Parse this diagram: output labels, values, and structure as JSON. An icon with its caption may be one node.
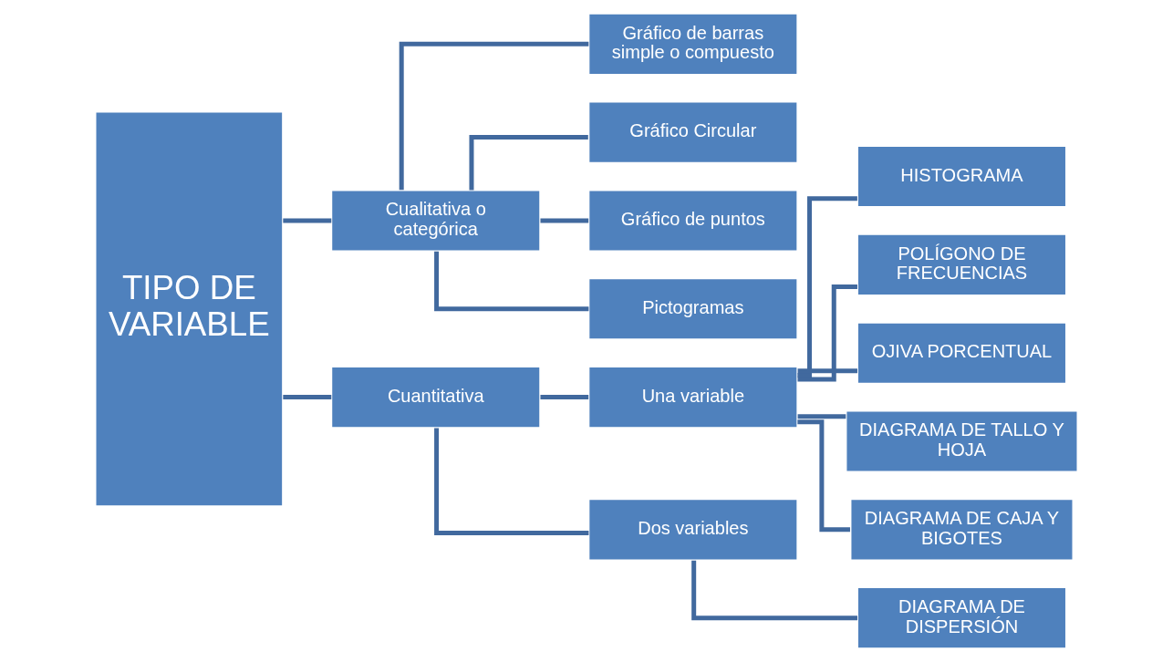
{
  "diagram": {
    "nodes": [
      {
        "text": [
          "TIPO DE VARIABLE"
        ]
      },
      {
        "text": [
          "Cualitativa o categórica"
        ]
      },
      {
        "text": [
          "Gráfico de barras simple o compuesto"
        ]
      },
      {
        "text": [
          "Gráfico Circular"
        ]
      },
      {
        "text": [
          "Gráfico de puntos"
        ]
      },
      {
        "text": [
          "Pictogramas"
        ]
      },
      {
        "text": [
          "Cuantitativa"
        ]
      },
      {
        "text": [
          "Una variable"
        ]
      },
      {
        "text": [
          "HISTOGRAMA"
        ]
      },
      {
        "text": [
          "POLÍGONO DE FRECUENCIAS"
        ]
      },
      {
        "text": [
          "OJIVA PORCENTUAL"
        ]
      },
      {
        "text": [
          "DIAGRAMA DE TALLO Y HOJA"
        ]
      },
      {
        "text": [
          "DIAGRAMA DE CAJA Y BIGOTES"
        ]
      },
      {
        "text": [
          "Dos variables"
        ]
      },
      {
        "text": [
          "DIAGRAMA DE DISPERSIÓN"
        ]
      }
    ],
    "edges": [
      {
        "from": 0,
        "to": 1,
        "arrow": "none"
      },
      {
        "from": 0,
        "to": 6,
        "arrow": "none"
      },
      {
        "from": 1,
        "to": 2,
        "arrow": "none"
      },
      {
        "from": 1,
        "to": 3,
        "arrow": "none"
      },
      {
        "from": 1,
        "to": 4,
        "arrow": "none"
      },
      {
        "from": 1,
        "to": 5,
        "arrow": "none"
      },
      {
        "from": 6,
        "to": 7,
        "arrow": "none"
      },
      {
        "from": 6,
        "to": 13,
        "arrow": "none"
      },
      {
        "from": 7,
        "to": 8,
        "arrow": "none"
      },
      {
        "from": 7,
        "to": 9,
        "arrow": "none"
      },
      {
        "from": 7,
        "to": 10,
        "arrow": "none"
      },
      {
        "from": 7,
        "to": 11,
        "arrow": "none"
      },
      {
        "from": 7,
        "to": 12,
        "arrow": "none"
      },
      {
        "from": 13,
        "to": 14,
        "arrow": "none"
      }
    ]
  }
}
